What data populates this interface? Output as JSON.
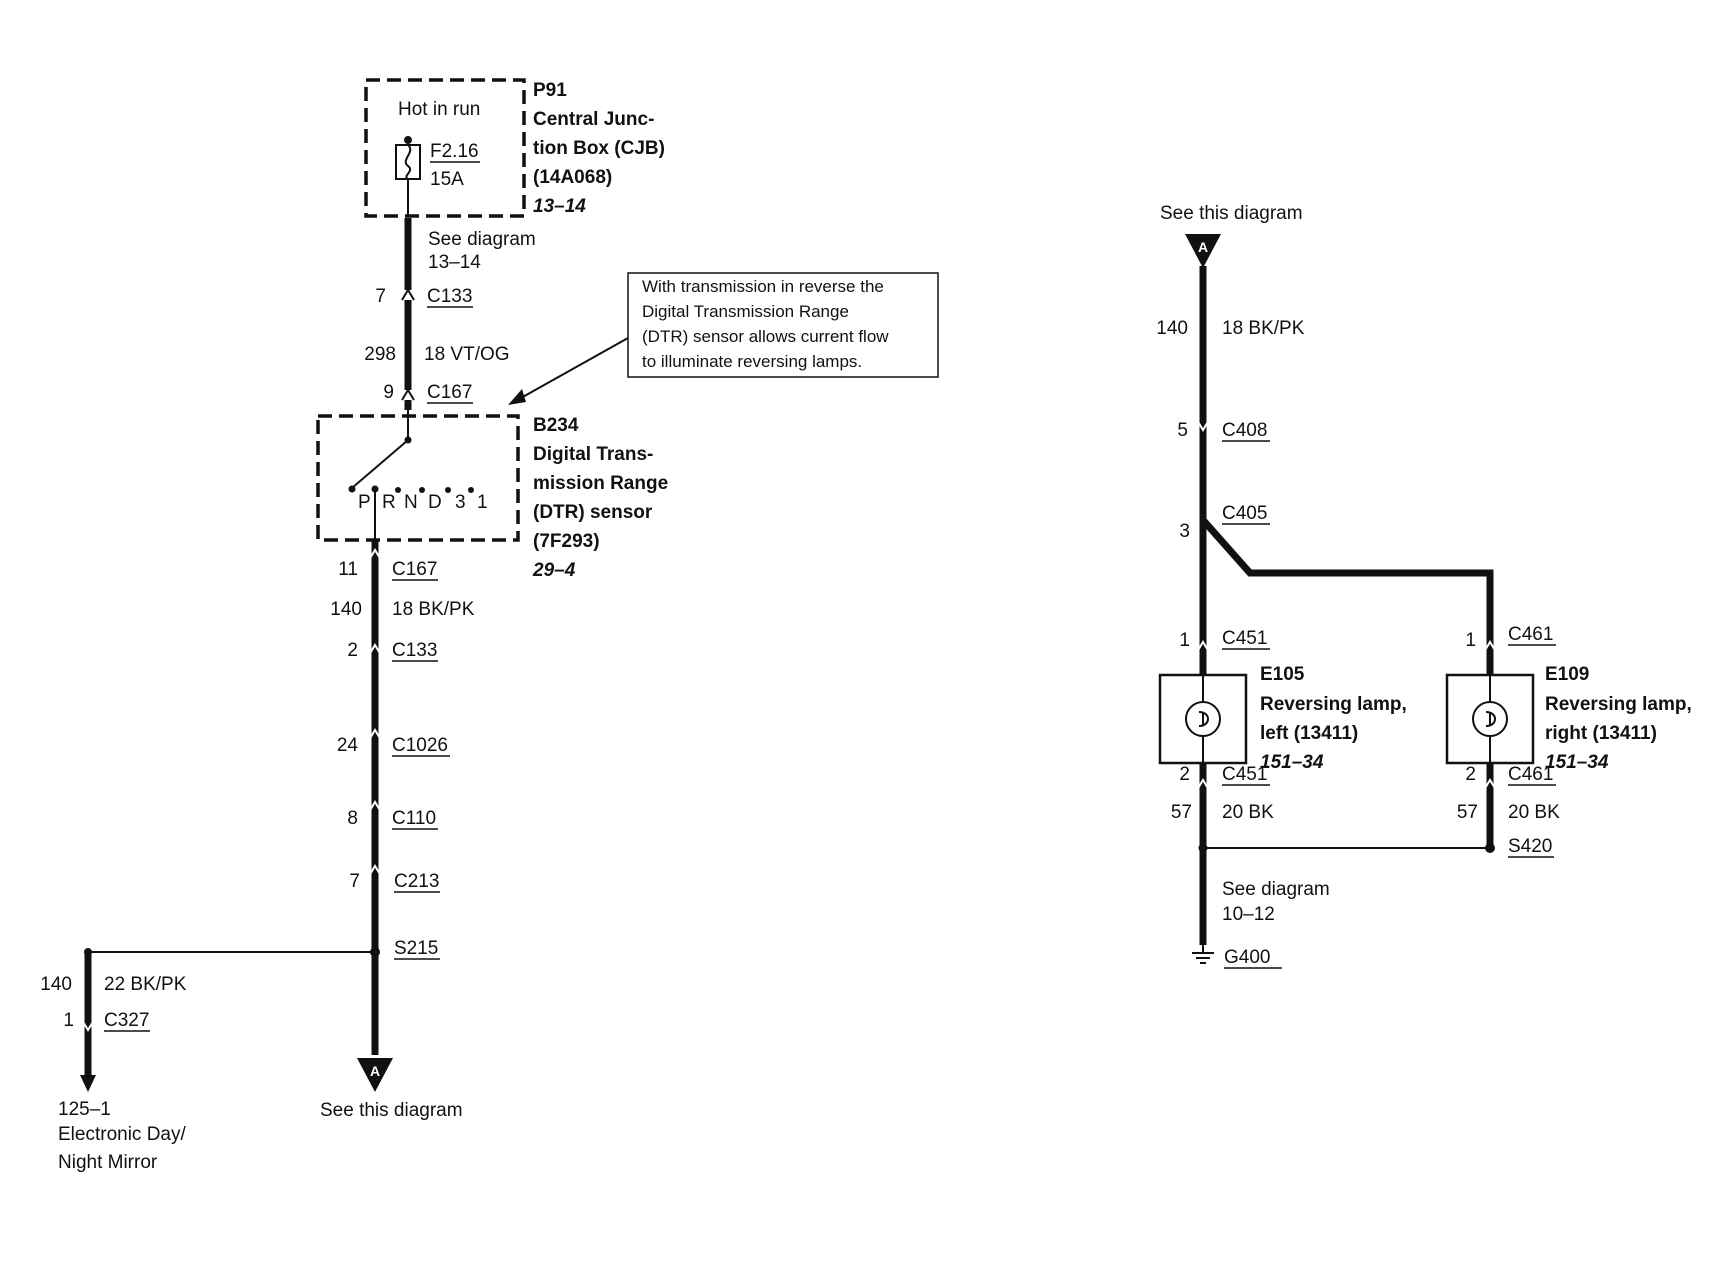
{
  "fuse_box": {
    "id": "P91",
    "name_line1": "Central Junc-",
    "name_line2": "tion Box (CJB)",
    "part": "(14A068)",
    "ref": "13–14",
    "hot_label": "Hot in run",
    "fuse_id": "F2.16",
    "fuse_rating": "15A"
  },
  "see_diagram_top": {
    "line1": "See diagram",
    "line2": "13–14"
  },
  "note_box": {
    "line1": "With transmission in reverse the",
    "line2": "Digital Transmission Range",
    "line3": "(DTR) sensor allows current flow",
    "line4": "to illuminate reversing lamps."
  },
  "dtr_sensor": {
    "id": "B234",
    "name_line1": "Digital Trans-",
    "name_line2": "mission Range",
    "name_line3": "(DTR) sensor",
    "part": "(7F293)",
    "ref": "29–4",
    "positions": [
      "P",
      "R",
      "N",
      "D",
      "3",
      "1"
    ]
  },
  "left_column": {
    "c133_top": {
      "pin": "7",
      "connector": "C133"
    },
    "circuit_298": {
      "circuit": "298",
      "wire": "18 VT/OG"
    },
    "c167_top": {
      "pin": "9",
      "connector": "C167"
    },
    "c167_bottom": {
      "pin": "11",
      "connector": "C167"
    },
    "circuit_140": {
      "circuit": "140",
      "wire": "18 BK/PK"
    },
    "c133_bottom": {
      "pin": "2",
      "connector": "C133"
    },
    "c1026": {
      "pin": "24",
      "connector": "C1026"
    },
    "c110": {
      "pin": "8",
      "connector": "C110"
    },
    "c213": {
      "pin": "7",
      "connector": "C213"
    },
    "splice": "S215",
    "connector_a_label": "A",
    "see_this_diagram": "See this diagram"
  },
  "mirror_branch": {
    "circuit": "140",
    "wire": "22 BK/PK",
    "pin": "1",
    "connector": "C327",
    "dest_ref": "125–1",
    "dest_line1": "Electronic Day/",
    "dest_line2": "Night Mirror"
  },
  "right_column": {
    "see_this_diagram": "See this diagram",
    "connector_a_label": "A",
    "circuit_140": {
      "circuit": "140",
      "wire": "18 BK/PK"
    },
    "c408": {
      "pin": "5",
      "connector": "C408"
    },
    "c405": {
      "pin": "3",
      "connector": "C405"
    },
    "lamp_left": {
      "pin_top": "1",
      "conn_top": "C451",
      "id": "E105",
      "name_line1": "Reversing lamp,",
      "name_line2": "left (13411)",
      "ref": "151–34",
      "pin_bottom": "2",
      "conn_bottom": "C451",
      "circuit": "57",
      "wire": "20 BK"
    },
    "lamp_right": {
      "pin_top": "1",
      "conn_top": "C461",
      "id": "E109",
      "name_line1": "Reversing lamp,",
      "name_line2": "right (13411)",
      "ref": "151–34",
      "pin_bottom": "2",
      "conn_bottom": "C461",
      "circuit": "57",
      "wire": "20 BK"
    },
    "splice": "S420",
    "see_diagram": {
      "line1": "See diagram",
      "line2": "10–12"
    },
    "ground": "G400"
  }
}
